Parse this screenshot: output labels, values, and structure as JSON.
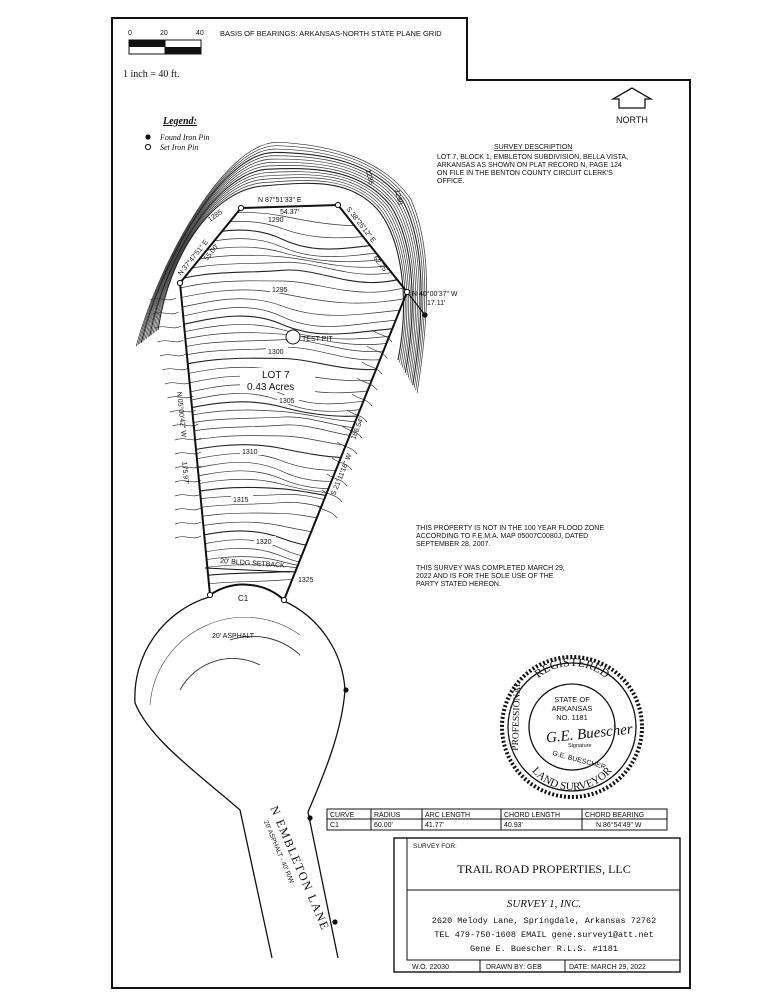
{
  "scale": {
    "ticks": [
      "0",
      "20",
      "40"
    ],
    "text": "1 inch = 40 ft."
  },
  "basis_of_bearings": "BASIS OF BEARINGS: ARKANSAS-NORTH STATE PLANE GRID",
  "north": {
    "label": "NORTH"
  },
  "legend": {
    "title": "Legend:",
    "items": [
      "Found Iron Pin",
      "Set Iron Pin"
    ]
  },
  "survey_description": {
    "title": "SURVEY DESCRIPTION",
    "lines": [
      "LOT 7, BLOCK 1, EMBLETON SUBDIVISION, BELLA VISTA,",
      "ARKANSAS AS SHOWN ON PLAT RECORD N, PAGE 124",
      "ON FILE IN THE BENTON COUNTY CIRCUIT CLERK'S",
      "OFFICE."
    ]
  },
  "boundary_calls": {
    "north": {
      "bearing": "N 87°51'33\" E",
      "distance": "54.37'"
    },
    "northeast": {
      "bearing": "S 38°25'12\" E",
      "distance": "62.25'"
    },
    "northwest": {
      "bearing": "N 37°47'51\" E",
      "distance": "55.00'"
    },
    "west": {
      "bearing": "N 05°00'42\" W",
      "distance": "175.97'"
    },
    "east": {
      "bearing": "S 21°11'16\" W",
      "distance": "186.54'"
    },
    "tie": {
      "bearing": "N 40°00'37\" W",
      "distance": "17.11'"
    }
  },
  "contour_labels": [
    "1285",
    "1285",
    "1280",
    "1290",
    "1295",
    "1300",
    "1305",
    "1310",
    "1315",
    "1320",
    "1325"
  ],
  "test_pit": "TEST PIT",
  "lot": {
    "name": "LOT 7",
    "area": "0.43 Acres"
  },
  "setback": "20' BLDG SETBACK",
  "curve_label": "C1",
  "asphalt_label": "20' ASPHALT",
  "road": {
    "name": "N EMBLETON LANE",
    "sub": "20' ASPHALT - 40' R/W"
  },
  "notes": {
    "flood": [
      "THIS PROPERTY IS NOT IN THE 100 YEAR FLOOD ZONE",
      "ACCORDING TO F.E.M.A. MAP 05007C0080J, DATED",
      "SEPTEMBER 28, 2007."
    ],
    "completed": [
      "THIS SURVEY WAS COMPLETED MARCH 29,",
      "2022 AND IS FOR THE SOLE USE OF THE",
      "PARTY STATED HEREON."
    ]
  },
  "seal": {
    "top": "REGISTERED",
    "left": "PROFESSIONAL",
    "bottom": "LAND SURVEYOR",
    "state": "STATE OF",
    "state_name": "ARKANSAS",
    "number": "NO. 1181",
    "name": "G.E. BUESCHER",
    "signature_caption": "Signature",
    "signature": "G.E. Buescher"
  },
  "curve_table": {
    "headers": [
      "CURVE",
      "RADIUS",
      "ARC LENGTH",
      "CHORD LENGTH",
      "CHORD BEARING"
    ],
    "rows": [
      [
        "C1",
        "60.00'",
        "41.77'",
        "40.93'",
        "N 86°54'49\" W"
      ]
    ]
  },
  "title_block": {
    "survey_for_label": "SURVEY FOR:",
    "client": "TRAIL ROAD PROPERTIES, LLC",
    "company": "SURVEY 1, INC.",
    "address": "2620 Melody Lane, Springdale, Arkansas 72762",
    "contact": "TEL 479-750-1608 EMAIL gene.survey1@att.net",
    "surveyor": "Gene E. Buescher R.L.S. #1181",
    "wo": "W.O. 22030",
    "drawn_by": "DRAWN BY: GEB",
    "date": "DATE: MARCH 29, 2022"
  },
  "colors": {
    "ink": "#111111",
    "paper": "#ffffff"
  }
}
